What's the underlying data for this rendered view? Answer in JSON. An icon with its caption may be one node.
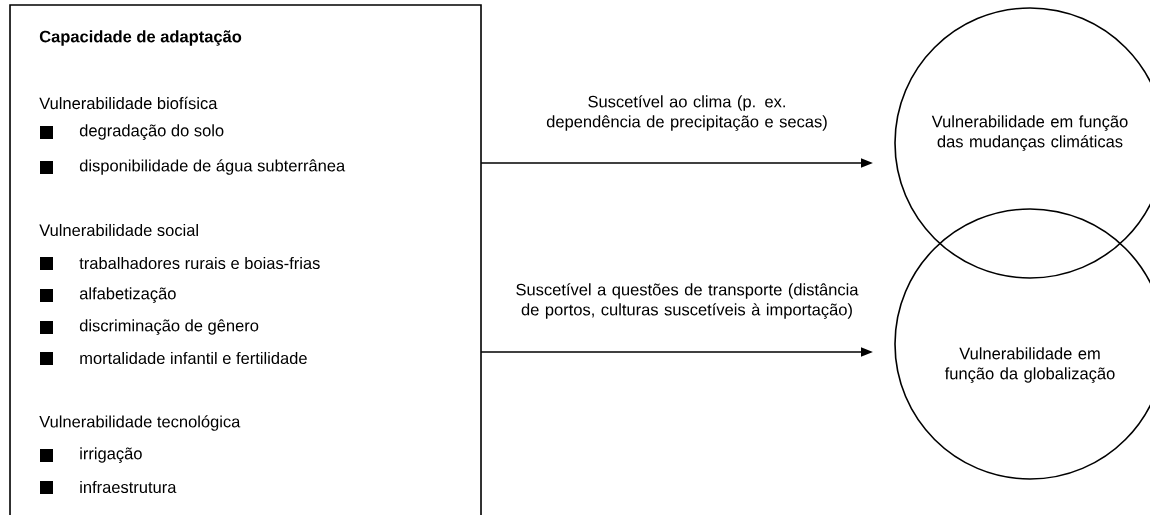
{
  "diagram": {
    "nodes": [
      {
        "text": [
          "Capacidade de adaptação",
          "Vulnerabilidade biofísica",
          "degradação do solo",
          "disponibilidade de água subterrânea",
          "Vulnerabilidade social",
          "trabalhadores rurais e boias-frias",
          "alfabetização",
          "discriminação de gênero",
          "mortalidade infantil e fertilidade",
          "Vulnerabilidade tecnológica",
          "irrigação",
          "infraestrutura"
        ]
      },
      {
        "text": [
          "Vulnerabilidade em função das mudanças climáticas"
        ]
      },
      {
        "text": [
          "Vulnerabilidade em função da globalização"
        ]
      }
    ],
    "edges": [
      {
        "from": 0,
        "to": 1,
        "arrow": "to",
        "label": "Suscetível ao clima (p. ex. dependência de precipitação e secas)"
      },
      {
        "from": 0,
        "to": 2,
        "arrow": "to",
        "label": "Suscetível a questões de transporte (distância de portos, culturas suscetíveis à importação)"
      }
    ]
  }
}
